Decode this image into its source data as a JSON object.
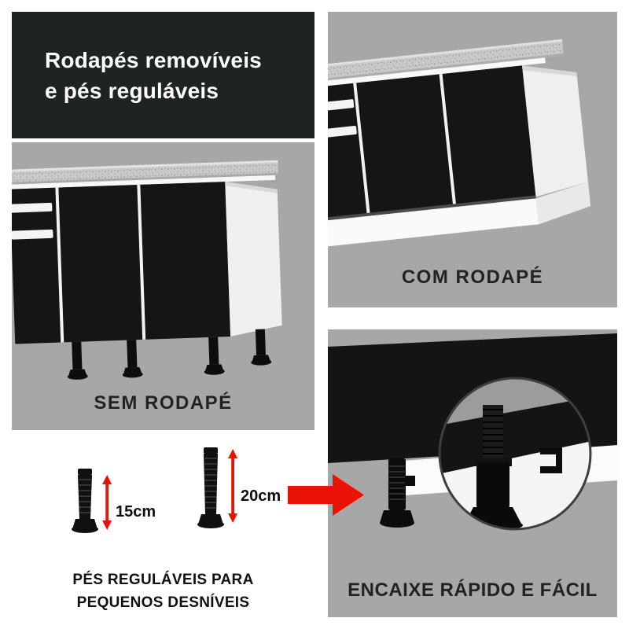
{
  "colors": {
    "panel_gray": "#a7a7a7",
    "header_bg": "#1e2420",
    "accent_red": "#ea1205",
    "label_dark": "#1e2420",
    "cabinet_black": "#151515",
    "cabinet_white": "#f4f4f4",
    "countertop_gray": "#c9c9c7"
  },
  "header": {
    "title_line1": "Rodapés removíveis",
    "title_line2": "e pés reguláveis"
  },
  "sections": {
    "com_rodape": {
      "label": "COM RODAPÉ"
    },
    "sem_rodape": {
      "label": "SEM RODAPÉ"
    },
    "feet": {
      "small_height": "15cm",
      "large_height": "20cm",
      "caption_line1": "PÉS REGULÁVEIS PARA",
      "caption_line2": "PEQUENOS DESNÍVEIS"
    },
    "encaixe": {
      "label": "ENCAIXE RÁPIDO E FÁCIL"
    }
  },
  "icons": {
    "red_arrow": "arrow-right-icon",
    "dimension_line_small": "15cm",
    "dimension_line_large": "20cm"
  }
}
